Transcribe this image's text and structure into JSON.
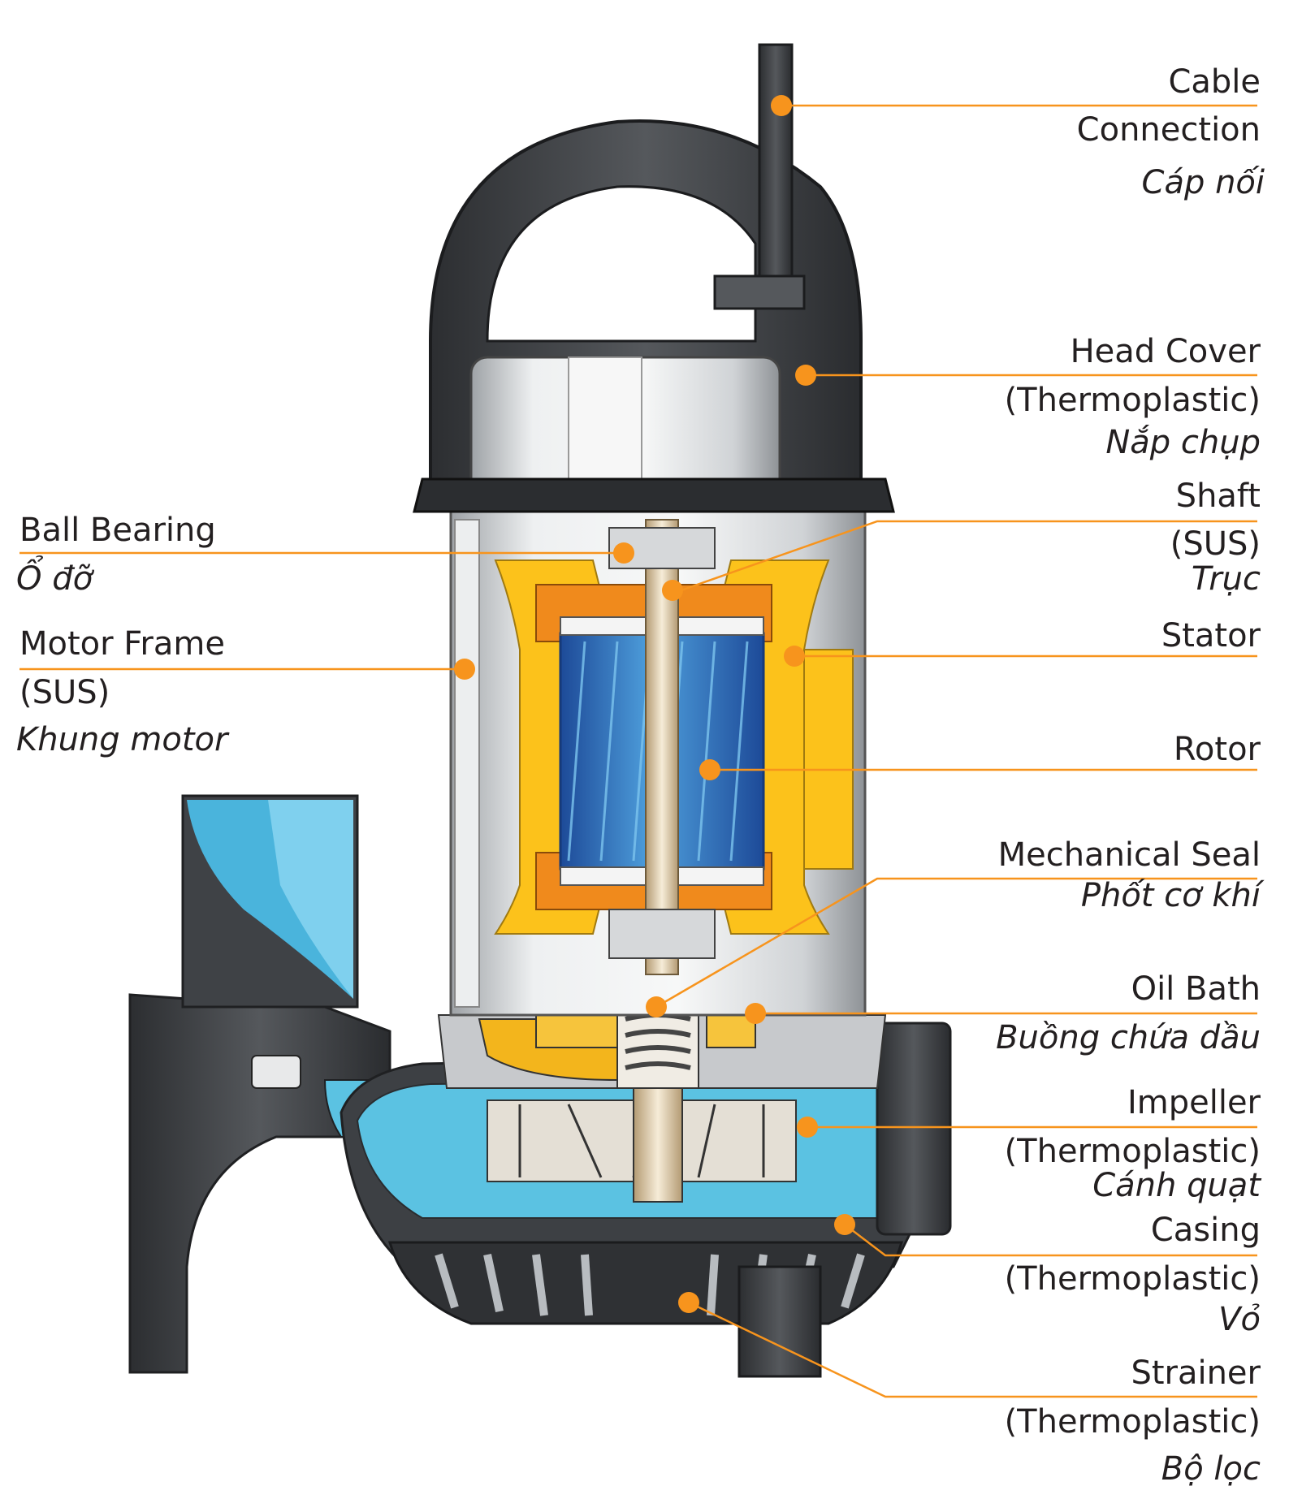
{
  "colors": {
    "leader": "#f7941d",
    "stator": "#fcc21b",
    "rotor": "#2f5fb0",
    "water": "#5bc2e2",
    "housing_dark": "#3c3e42",
    "housing_light": "#d7d9db"
  },
  "labels": {
    "cable_connection": {
      "en1": "Cable",
      "en2": "Connection",
      "vi": "Cáp nối"
    },
    "head_cover": {
      "en1": "Head Cover",
      "en2": "(Thermoplastic)",
      "vi": "Nắp chụp"
    },
    "shaft": {
      "en1": "Shaft",
      "en2": "(SUS)",
      "vi": "Trục"
    },
    "stator": {
      "en1": "Stator"
    },
    "rotor": {
      "en1": "Rotor"
    },
    "mechanical_seal": {
      "en1": "Mechanical Seal",
      "vi": "Phốt cơ khí"
    },
    "oil_bath": {
      "en1": "Oil Bath",
      "vi": "Buồng chứa dầu"
    },
    "impeller": {
      "en1": "Impeller",
      "en2": "(Thermoplastic)",
      "vi": "Cánh quạt"
    },
    "casing": {
      "en1": "Casing",
      "en2": "(Thermoplastic)",
      "vi": "Vỏ"
    },
    "strainer": {
      "en1": "Strainer",
      "en2": "(Thermoplastic)",
      "vi": "Bộ lọc"
    },
    "ball_bearing": {
      "en1": "Ball Bearing",
      "vi": "Ổ đỡ"
    },
    "motor_frame": {
      "en1": "Motor Frame",
      "en2": "(SUS)",
      "vi": "Khung motor"
    }
  }
}
